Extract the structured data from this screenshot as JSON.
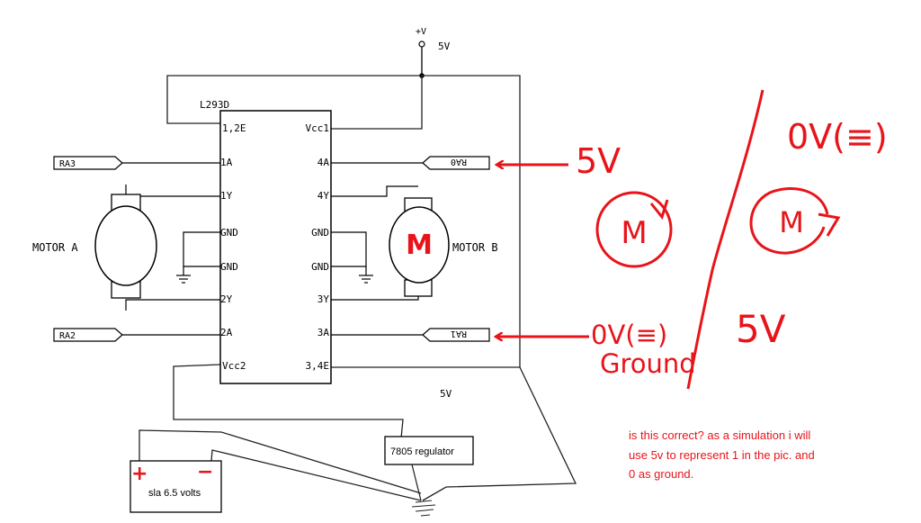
{
  "supply": {
    "symbol": "+V",
    "voltage": "5V"
  },
  "chip": {
    "name": "L293D",
    "pins_left": [
      "1,2E",
      "1A",
      "1Y",
      "GND",
      "GND",
      "2Y",
      "2A",
      "Vcc2"
    ],
    "pins_right": [
      "Vcc1",
      "4A",
      "4Y",
      "GND",
      "GND",
      "3Y",
      "3A",
      "3,4E"
    ]
  },
  "ports": {
    "ra3": "RA3",
    "ra2": "RA2",
    "ra0": "RA0",
    "ra1": "RA1"
  },
  "motors": {
    "a": "MOTOR A",
    "b": "MOTOR B",
    "symbol": "M"
  },
  "regulator": {
    "label": "7805 regulator",
    "output": "5V"
  },
  "battery": {
    "label": "sla 6.5 volts",
    "plus": "+",
    "minus": "−"
  },
  "annotations": {
    "ra0_value": "5V",
    "ra1_value": "0V(≡)",
    "ra1_ground": "Ground",
    "case1_top": "0V(≡)",
    "case1_bottom": "5V",
    "question": [
      "is this correct? as a simulation i will",
      "use 5v to represent 1 in the pic. and",
      "0 as ground."
    ]
  },
  "colors": {
    "ink": "#000000",
    "annotation": "#e8141a",
    "wire": "#222222"
  }
}
